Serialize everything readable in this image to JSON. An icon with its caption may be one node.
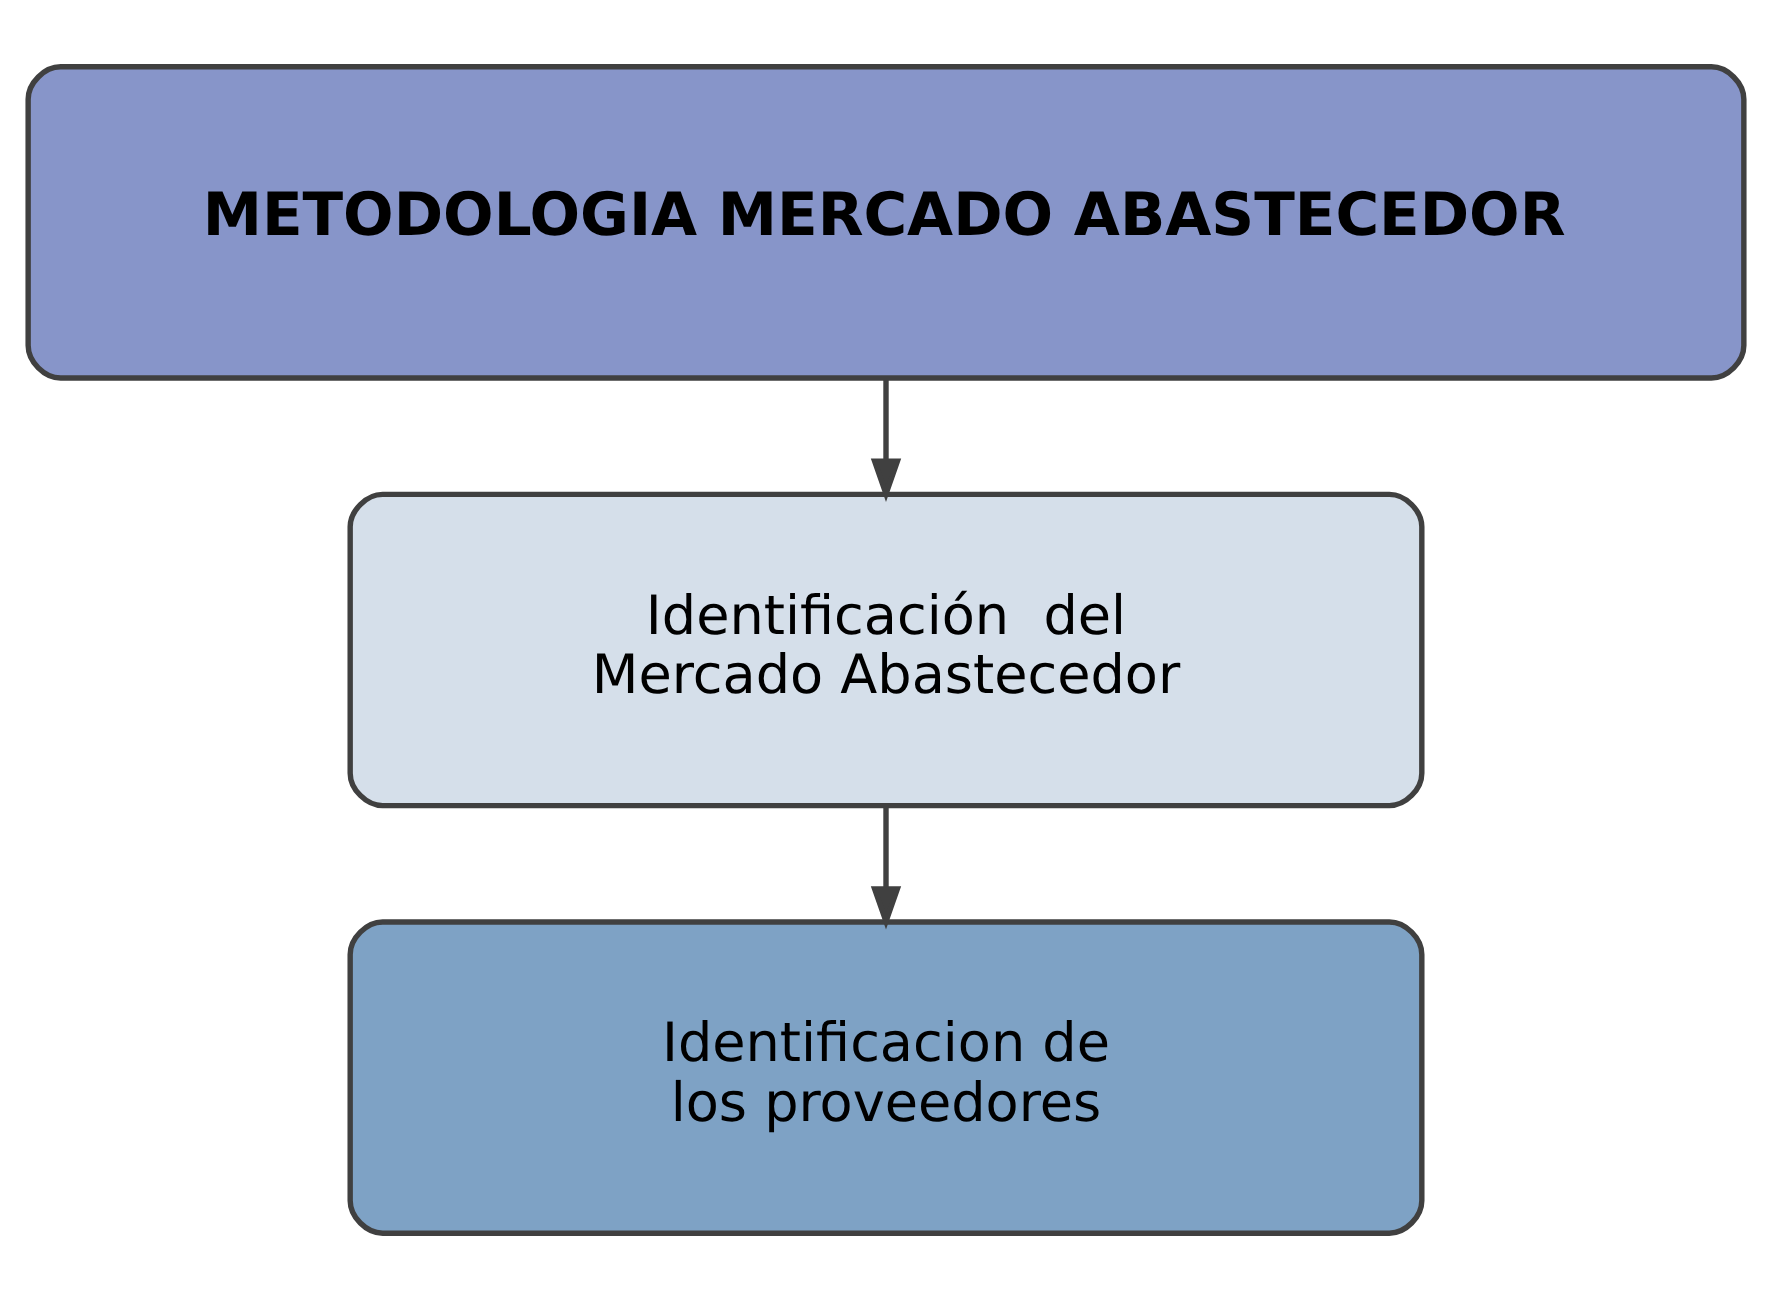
{
  "diagram": {
    "nodes": [
      {
        "text": [
          "METODOLOGIA MERCADO ABASTECEDOR"
        ]
      },
      {
        "text": [
          "Identificación  del Mercado Abastecedor"
        ]
      },
      {
        "text": [
          "Identificacion de los proveedores"
        ]
      }
    ],
    "edges": [
      {
        "from": 0,
        "to": 1,
        "arrow": "to"
      },
      {
        "from": 1,
        "to": 2,
        "arrow": "to"
      }
    ]
  }
}
